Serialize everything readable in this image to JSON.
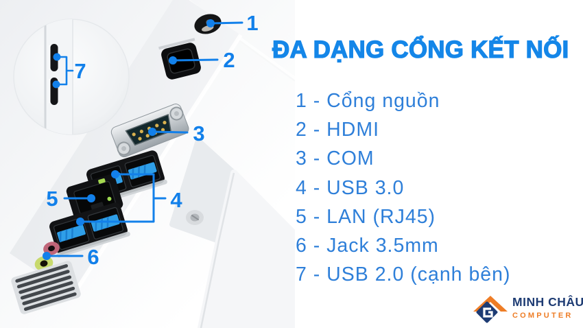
{
  "title": "ĐA DẠNG CỔNG KẾT NỐI",
  "ports": [
    {
      "number": "1",
      "label": "Cổng nguồn",
      "text": "1 - Cổng nguồn"
    },
    {
      "number": "2",
      "label": "HDMI",
      "text": "2 - HDMI"
    },
    {
      "number": "3",
      "label": "COM",
      "text": "3 - COM"
    },
    {
      "number": "4",
      "label": "USB 3.0",
      "text": "4 - USB 3.0"
    },
    {
      "number": "5",
      "label": "LAN (RJ45)",
      "text": "5 - LAN (RJ45)"
    },
    {
      "number": "6",
      "label": "Jack 3.5mm",
      "text": "6 - Jack 3.5mm"
    },
    {
      "number": "7",
      "label": "USB 2.0 (cạnh bên)",
      "text": "7 - USB 2.0 (cạnh bên)"
    }
  ],
  "logo": {
    "name": "MINH CHÂU",
    "sub": "COMPUTER"
  },
  "colors": {
    "title_blue": "#1486e8",
    "list_blue": "#2e7fd9",
    "callout_blue": "#1280ea",
    "logo_navy": "#1d3b73",
    "logo_orange": "#ee7d26"
  }
}
